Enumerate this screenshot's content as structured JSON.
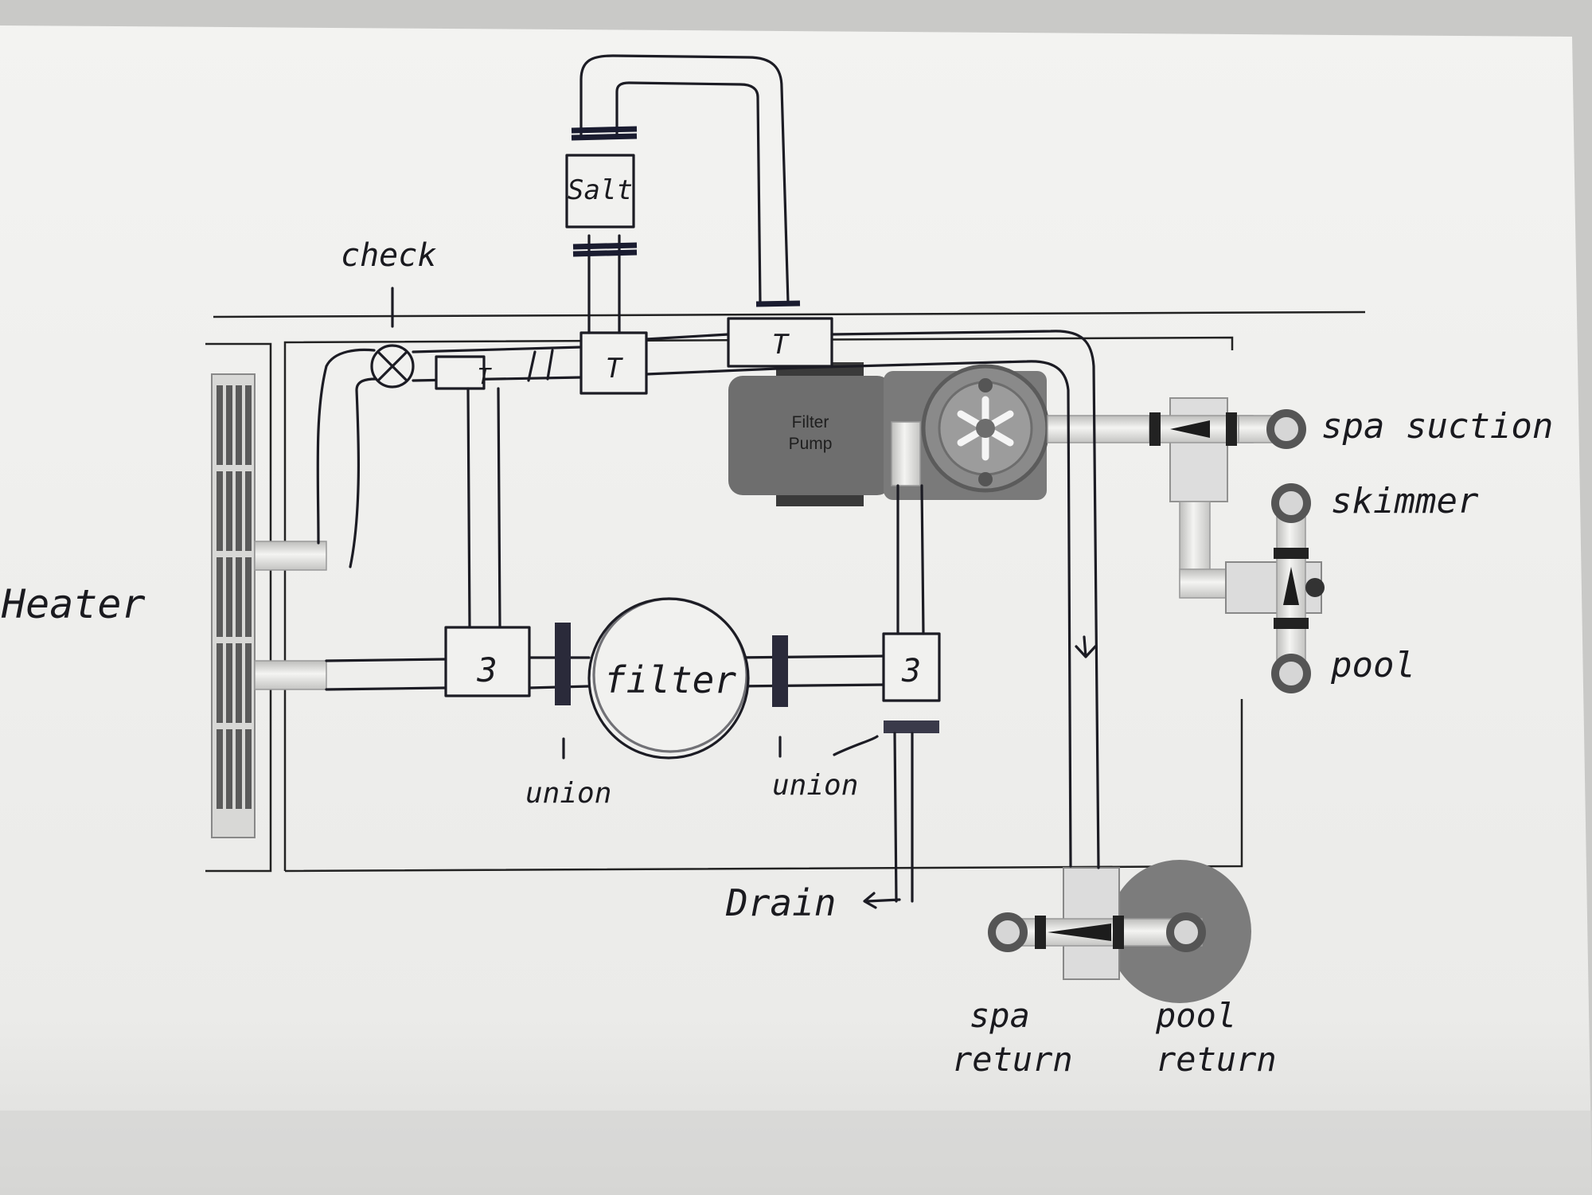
{
  "labels": {
    "heater": "Heater",
    "check": "check",
    "salt": "Salt",
    "filter_pump_line1": "Filter",
    "filter_pump_line2": "Pump",
    "filter": "filter",
    "union_left": "union",
    "union_right": "union",
    "drain": "Drain",
    "spa_suction": "spa suction",
    "skimmer": "skimmer",
    "pool": "pool",
    "spa_return_line1": "spa",
    "spa_return_line2": "return",
    "pool_return_line1": "pool",
    "pool_return_line2": "return",
    "tee_mark": "T",
    "three_way_mark": "3"
  },
  "colors": {
    "paper": "#f1f1ef",
    "ink": "#1c1c24",
    "pipe_fill": "#e6e6e4",
    "pump_body": "#6b6b6b",
    "valve_dark": "#222222"
  }
}
